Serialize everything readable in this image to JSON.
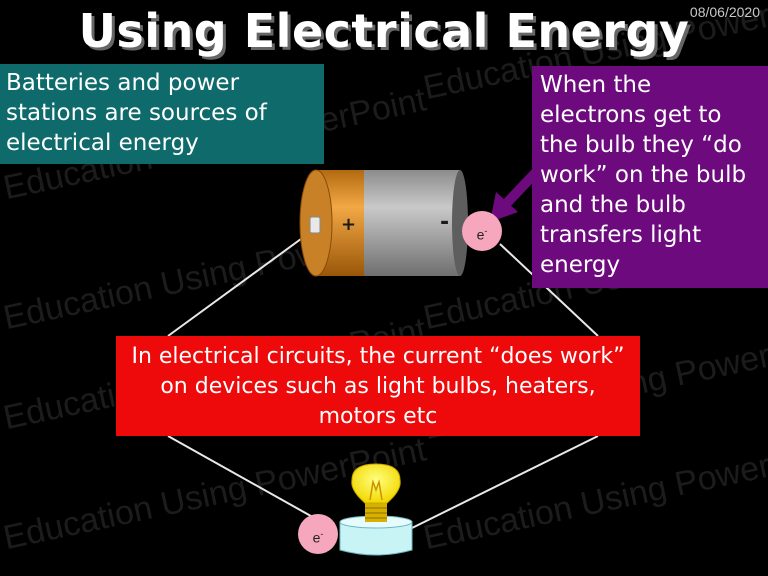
{
  "slide": {
    "title": "Using Electrical Energy",
    "date": "08/06/2020",
    "watermark_text": "Education Using PowerPoint"
  },
  "boxes": {
    "sources": "Batteries and power stations are sources of electrical energy",
    "bulb_work": "When the electrons get to the bulb they “do work” on the bulb and the bulb transfers light energy",
    "circuit_work": "In electrical circuits, the current “does work” on devices such as light bulbs, heaters, motors etc"
  },
  "battery": {
    "plus_label": "+",
    "minus_label": "-"
  },
  "electron": {
    "symbol": "e",
    "charge": "-"
  },
  "colors": {
    "teal_box": "#0f6b6b",
    "purple_box": "#6d0a7d",
    "red_box": "#ee0a0a",
    "arrow": "#6d0a7d",
    "electron": "#f6a7bd"
  }
}
